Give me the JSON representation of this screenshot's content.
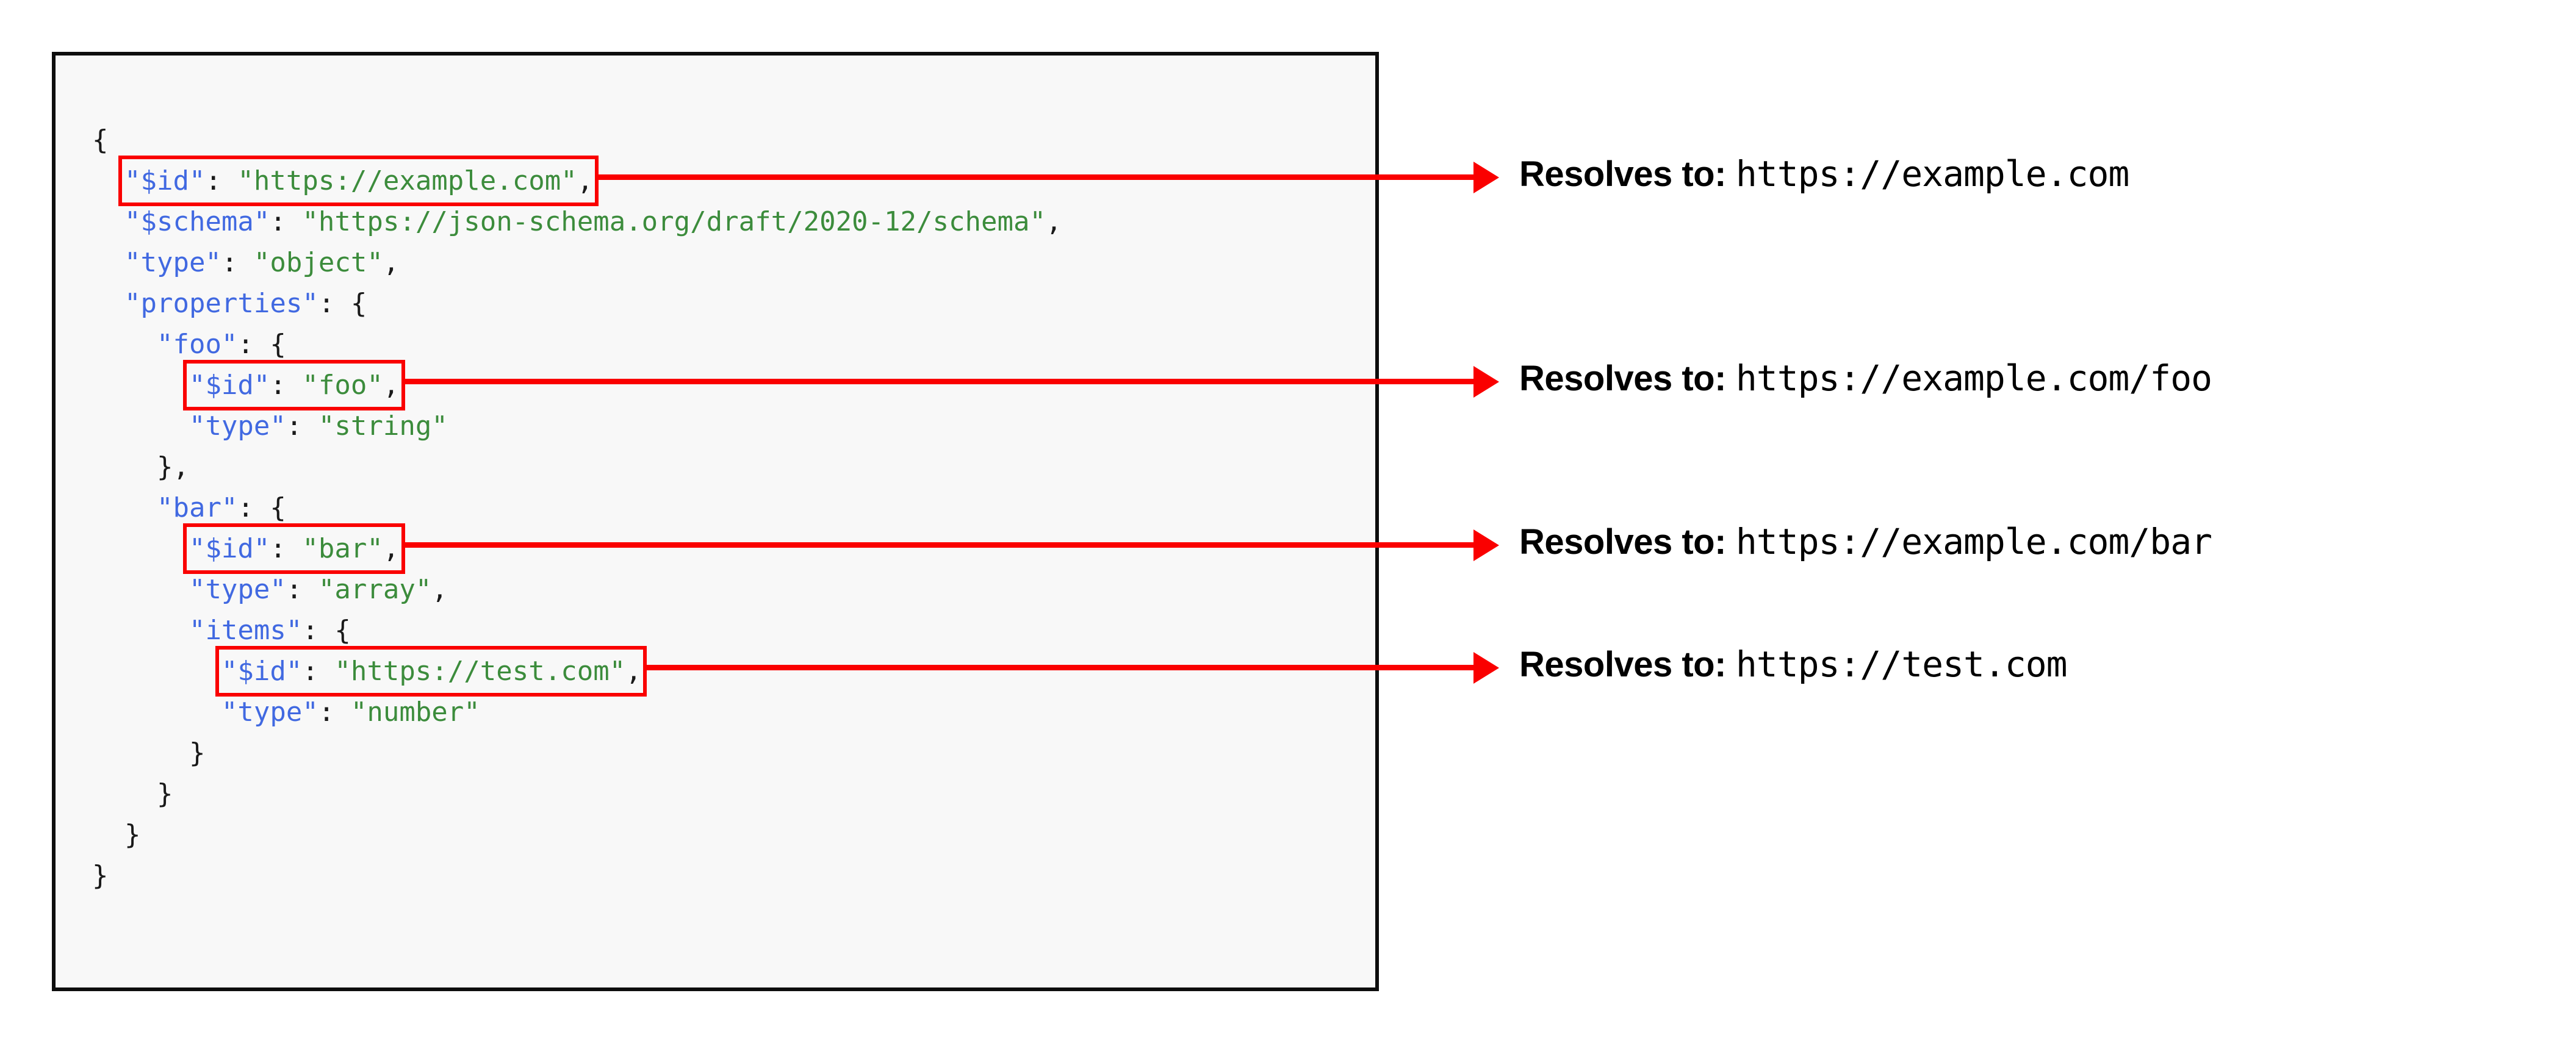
{
  "code_panel": {
    "language": "json",
    "background_color": "#f8f8f8",
    "border_color": "#0d0d0d",
    "lines": [
      {
        "indent": 0,
        "segments": [
          {
            "text": "{",
            "type": "punct"
          }
        ]
      },
      {
        "indent": 1,
        "segments": [
          {
            "text": "\"$id\"",
            "type": "key"
          },
          {
            "text": ": ",
            "type": "punct"
          },
          {
            "text": "\"https://example.com\"",
            "type": "str"
          },
          {
            "text": ",",
            "type": "punct"
          }
        ]
      },
      {
        "indent": 1,
        "segments": [
          {
            "text": "\"$schema\"",
            "type": "key"
          },
          {
            "text": ": ",
            "type": "punct"
          },
          {
            "text": "\"https://json-schema.org/draft/2020-12/schema\"",
            "type": "str"
          },
          {
            "text": ",",
            "type": "punct"
          }
        ]
      },
      {
        "indent": 1,
        "segments": [
          {
            "text": "\"type\"",
            "type": "key"
          },
          {
            "text": ": ",
            "type": "punct"
          },
          {
            "text": "\"object\"",
            "type": "str"
          },
          {
            "text": ",",
            "type": "punct"
          }
        ]
      },
      {
        "indent": 1,
        "segments": [
          {
            "text": "\"properties\"",
            "type": "key"
          },
          {
            "text": ": {",
            "type": "punct"
          }
        ]
      },
      {
        "indent": 2,
        "segments": [
          {
            "text": "\"foo\"",
            "type": "key"
          },
          {
            "text": ": {",
            "type": "punct"
          }
        ]
      },
      {
        "indent": 3,
        "segments": [
          {
            "text": "\"$id\"",
            "type": "key"
          },
          {
            "text": ": ",
            "type": "punct"
          },
          {
            "text": "\"foo\"",
            "type": "str"
          },
          {
            "text": ",",
            "type": "punct"
          }
        ]
      },
      {
        "indent": 3,
        "segments": [
          {
            "text": "\"type\"",
            "type": "key"
          },
          {
            "text": ": ",
            "type": "punct"
          },
          {
            "text": "\"string\"",
            "type": "str"
          }
        ]
      },
      {
        "indent": 2,
        "segments": [
          {
            "text": "},",
            "type": "punct"
          }
        ]
      },
      {
        "indent": 2,
        "segments": [
          {
            "text": "\"bar\"",
            "type": "key"
          },
          {
            "text": ": {",
            "type": "punct"
          }
        ]
      },
      {
        "indent": 3,
        "segments": [
          {
            "text": "\"$id\"",
            "type": "key"
          },
          {
            "text": ": ",
            "type": "punct"
          },
          {
            "text": "\"bar\"",
            "type": "str"
          },
          {
            "text": ",",
            "type": "punct"
          }
        ]
      },
      {
        "indent": 3,
        "segments": [
          {
            "text": "\"type\"",
            "type": "key"
          },
          {
            "text": ": ",
            "type": "punct"
          },
          {
            "text": "\"array\"",
            "type": "str"
          },
          {
            "text": ",",
            "type": "punct"
          }
        ]
      },
      {
        "indent": 3,
        "segments": [
          {
            "text": "\"items\"",
            "type": "key"
          },
          {
            "text": ": {",
            "type": "punct"
          }
        ]
      },
      {
        "indent": 4,
        "segments": [
          {
            "text": "\"$id\"",
            "type": "key"
          },
          {
            "text": ": ",
            "type": "punct"
          },
          {
            "text": "\"https://test.com\"",
            "type": "str"
          },
          {
            "text": ",",
            "type": "punct"
          }
        ]
      },
      {
        "indent": 4,
        "segments": [
          {
            "text": "\"type\"",
            "type": "key"
          },
          {
            "text": ": ",
            "type": "punct"
          },
          {
            "text": "\"number\"",
            "type": "str"
          }
        ]
      },
      {
        "indent": 3,
        "segments": [
          {
            "text": "}",
            "type": "punct"
          }
        ]
      },
      {
        "indent": 2,
        "segments": [
          {
            "text": "}",
            "type": "punct"
          }
        ]
      },
      {
        "indent": 1,
        "segments": [
          {
            "text": "}",
            "type": "punct"
          }
        ]
      },
      {
        "indent": 0,
        "segments": [
          {
            "text": "}",
            "type": "punct"
          }
        ]
      }
    ]
  },
  "highlights": [
    {
      "line_index": 1,
      "label": "root-id-highlight"
    },
    {
      "line_index": 6,
      "label": "foo-id-highlight"
    },
    {
      "line_index": 10,
      "label": "bar-id-highlight"
    },
    {
      "line_index": 13,
      "label": "items-id-highlight"
    }
  ],
  "annotations": {
    "arrow_color": "#fa0000",
    "rows": [
      {
        "label": "Resolves to:",
        "url": "https://example.com"
      },
      {
        "label": "Resolves to:",
        "url": "https://example.com/foo"
      },
      {
        "label": "Resolves to:",
        "url": "https://example.com/bar"
      },
      {
        "label": "Resolves to:",
        "url": "https://test.com"
      }
    ]
  }
}
